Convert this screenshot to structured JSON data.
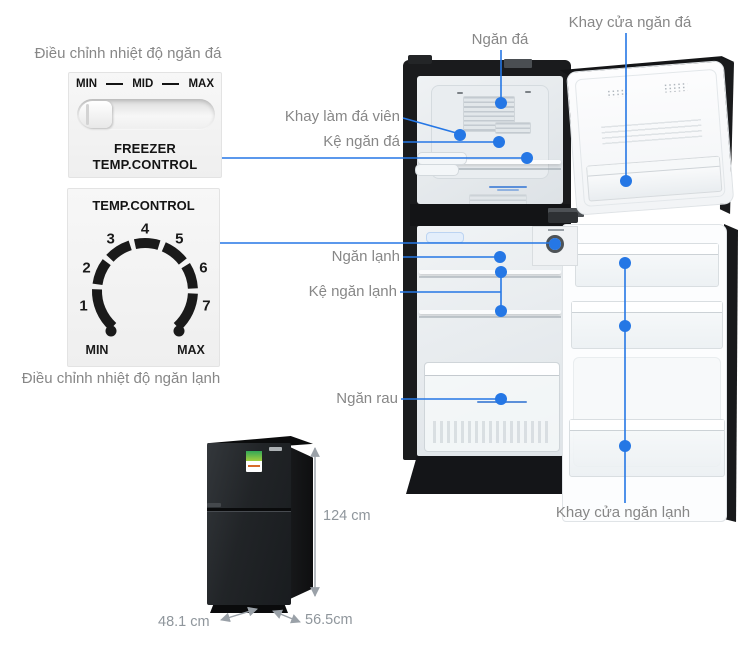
{
  "colors": {
    "accent_blue": "#2577e5",
    "label_gray": "#878787",
    "dimension_gray": "#8f969c",
    "panel_text": "#141414",
    "fridge_black": "#1a1b1d"
  },
  "left_column": {
    "freezer_control": {
      "title": "Điều chỉnh nhiệt độ ngăn đá",
      "scale": {
        "min": "MIN",
        "mid": "MID",
        "max": "MAX"
      },
      "name_line1": "FREEZER",
      "name_line2": "TEMP.CONTROL"
    },
    "fridge_control": {
      "name": "TEMP.CONTROL",
      "numbers": [
        "1",
        "2",
        "3",
        "4",
        "5",
        "6",
        "7"
      ],
      "min": "MIN",
      "max": "MAX",
      "caption": "Điều chỉnh nhiệt độ ngăn lạnh"
    }
  },
  "callouts": {
    "ngan_da": "Ngăn đá",
    "khay_cua_ngan_da": "Khay cửa ngăn đá",
    "khay_lam_da_vien": "Khay làm đá viên",
    "ke_ngan_da": "Kệ ngăn đá",
    "ngan_lanh": "Ngăn lạnh",
    "ke_ngan_lanh": "Kệ ngăn lạnh",
    "ngan_rau": "Ngăn rau",
    "khay_cua_ngan_lanh": "Khay cửa ngăn lạnh"
  },
  "dimensions": {
    "height": "124 cm",
    "width": "48.1 cm",
    "depth": "56.5cm"
  }
}
